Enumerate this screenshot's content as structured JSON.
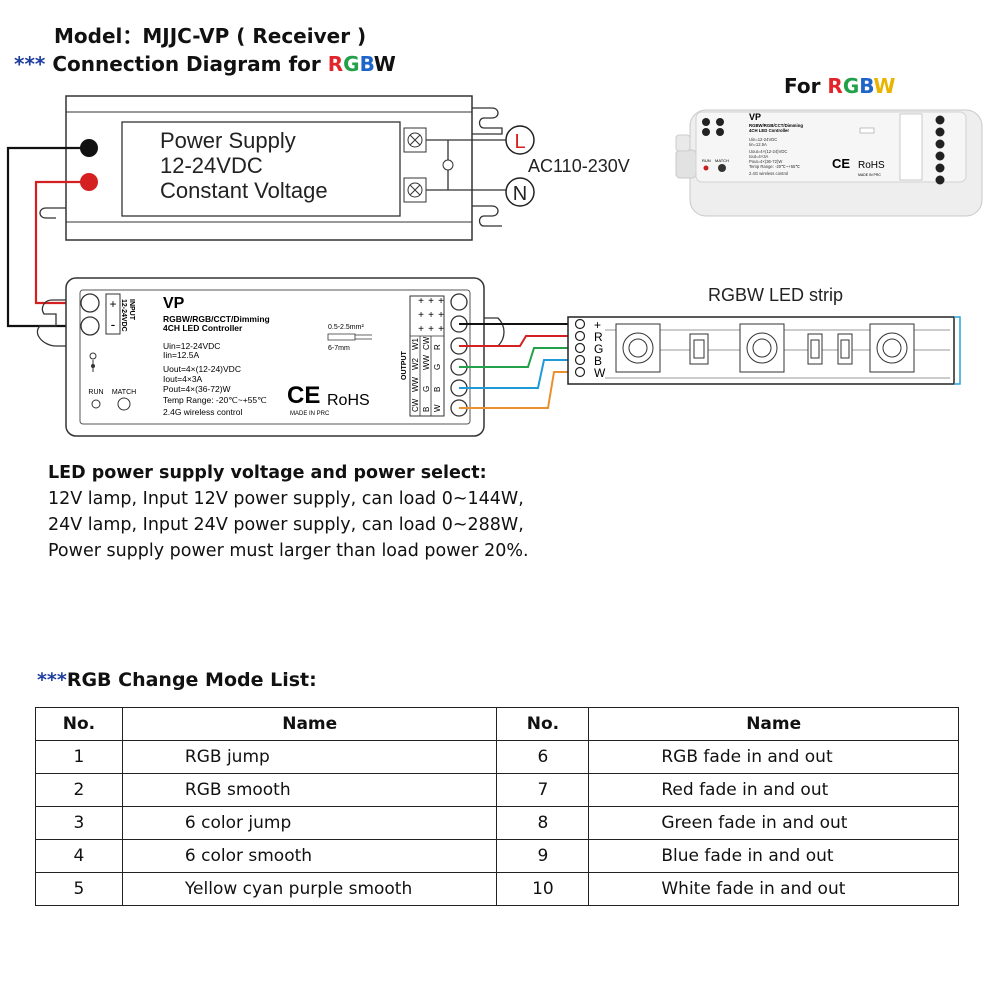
{
  "header": {
    "model": "Model：MJJC-VP ( Receiver )",
    "stars": "***",
    "connection_prefix": "Connection Diagram for ",
    "rgbw_letters": [
      "R",
      "G",
      "B",
      "W"
    ]
  },
  "power_supply": {
    "line1": "Power Supply",
    "line2": "12-24VDC",
    "line3": "Constant Voltage",
    "terminal_L": "L",
    "terminal_N": "N",
    "ac_label": "AC110-230V"
  },
  "controller": {
    "model": "VP",
    "subtitle1": "RGBW/RGB/CCT/Dimming",
    "subtitle2": "4CH LED Controller",
    "uin": "Uin=12-24VDC",
    "iin": "Iin=12.5A",
    "uout": "Uout=4×(12-24)VDC",
    "iout": "Iout=4×3A",
    "pout": "Pout=4×(36-72)W",
    "temp": "Temp Range: -20℃~+55℃",
    "wireless": "2.4G wireless control",
    "made_in": "MADE IN PRC",
    "ce": "CE",
    "rohs": "RoHS",
    "run": "RUN",
    "match": "MATCH",
    "input": "INPUT",
    "input_v": "12-24VDC",
    "plus": "+",
    "minus": "-",
    "output": "OUTPUT",
    "wire_size": "0.5-2.5mm²",
    "strip_len": "6-7mm",
    "out_cols": [
      [
        "W1",
        "W2",
        "WW",
        "CW"
      ],
      [
        "CW",
        "WW",
        "G",
        "B"
      ],
      [
        "R",
        "G",
        "B",
        "W"
      ]
    ]
  },
  "photo": {
    "title_prefix": "For ",
    "rgbw_letters": [
      "R",
      "G",
      "B",
      "W"
    ],
    "model": "VP",
    "line1": "RGBW/RGB/CCT/Dimming",
    "line2": "4CH LED Controller",
    "specs": [
      "Uin=12-24VDC",
      "Iin=12.5A",
      "Uout=4×(12-24)VDC",
      "Iout=4×3A",
      "Pout=4×(36-72)W",
      "Temp Range: -20℃~+55℃",
      "2.4G wireless control"
    ],
    "run": "RUN",
    "match": "MATCH",
    "made_in": "MADE IN PRC"
  },
  "led_strip": {
    "title": "RGBW LED strip",
    "pins": [
      "+",
      "R",
      "G",
      "B",
      "W"
    ]
  },
  "colors": {
    "red": "#e0262a",
    "green": "#23a04a",
    "blue": "#1f64c8",
    "white_wire": "#e8912e",
    "wire_black": "#111111",
    "wire_red": "#d42020",
    "strip_blue": "#2aa2d8"
  },
  "notes": {
    "title": "LED power supply voltage and power select:",
    "lines": [
      "12V lamp, Input 12V power supply, can load 0~144W,",
      "24V lamp, Input 24V power supply, can load 0~288W,",
      "Power supply power must larger than load power 20%."
    ]
  },
  "mode_list": {
    "stars": "***",
    "title": "RGB Change Mode List:",
    "headers": [
      "No.",
      "Name",
      "No.",
      "Name"
    ],
    "rows": [
      {
        "no1": "1",
        "name1": "RGB jump",
        "no2": "6",
        "name2": "RGB fade in and out"
      },
      {
        "no1": "2",
        "name1": "RGB smooth",
        "no2": "7",
        "name2": "Red fade in and out"
      },
      {
        "no1": "3",
        "name1": "6 color jump",
        "no2": "8",
        "name2": "Green fade in and out"
      },
      {
        "no1": "4",
        "name1": "6 color smooth",
        "no2": "9",
        "name2": "Blue fade in and out"
      },
      {
        "no1": "5",
        "name1": "Yellow cyan purple smooth",
        "no2": "10",
        "name2": "White fade in and out"
      }
    ]
  }
}
